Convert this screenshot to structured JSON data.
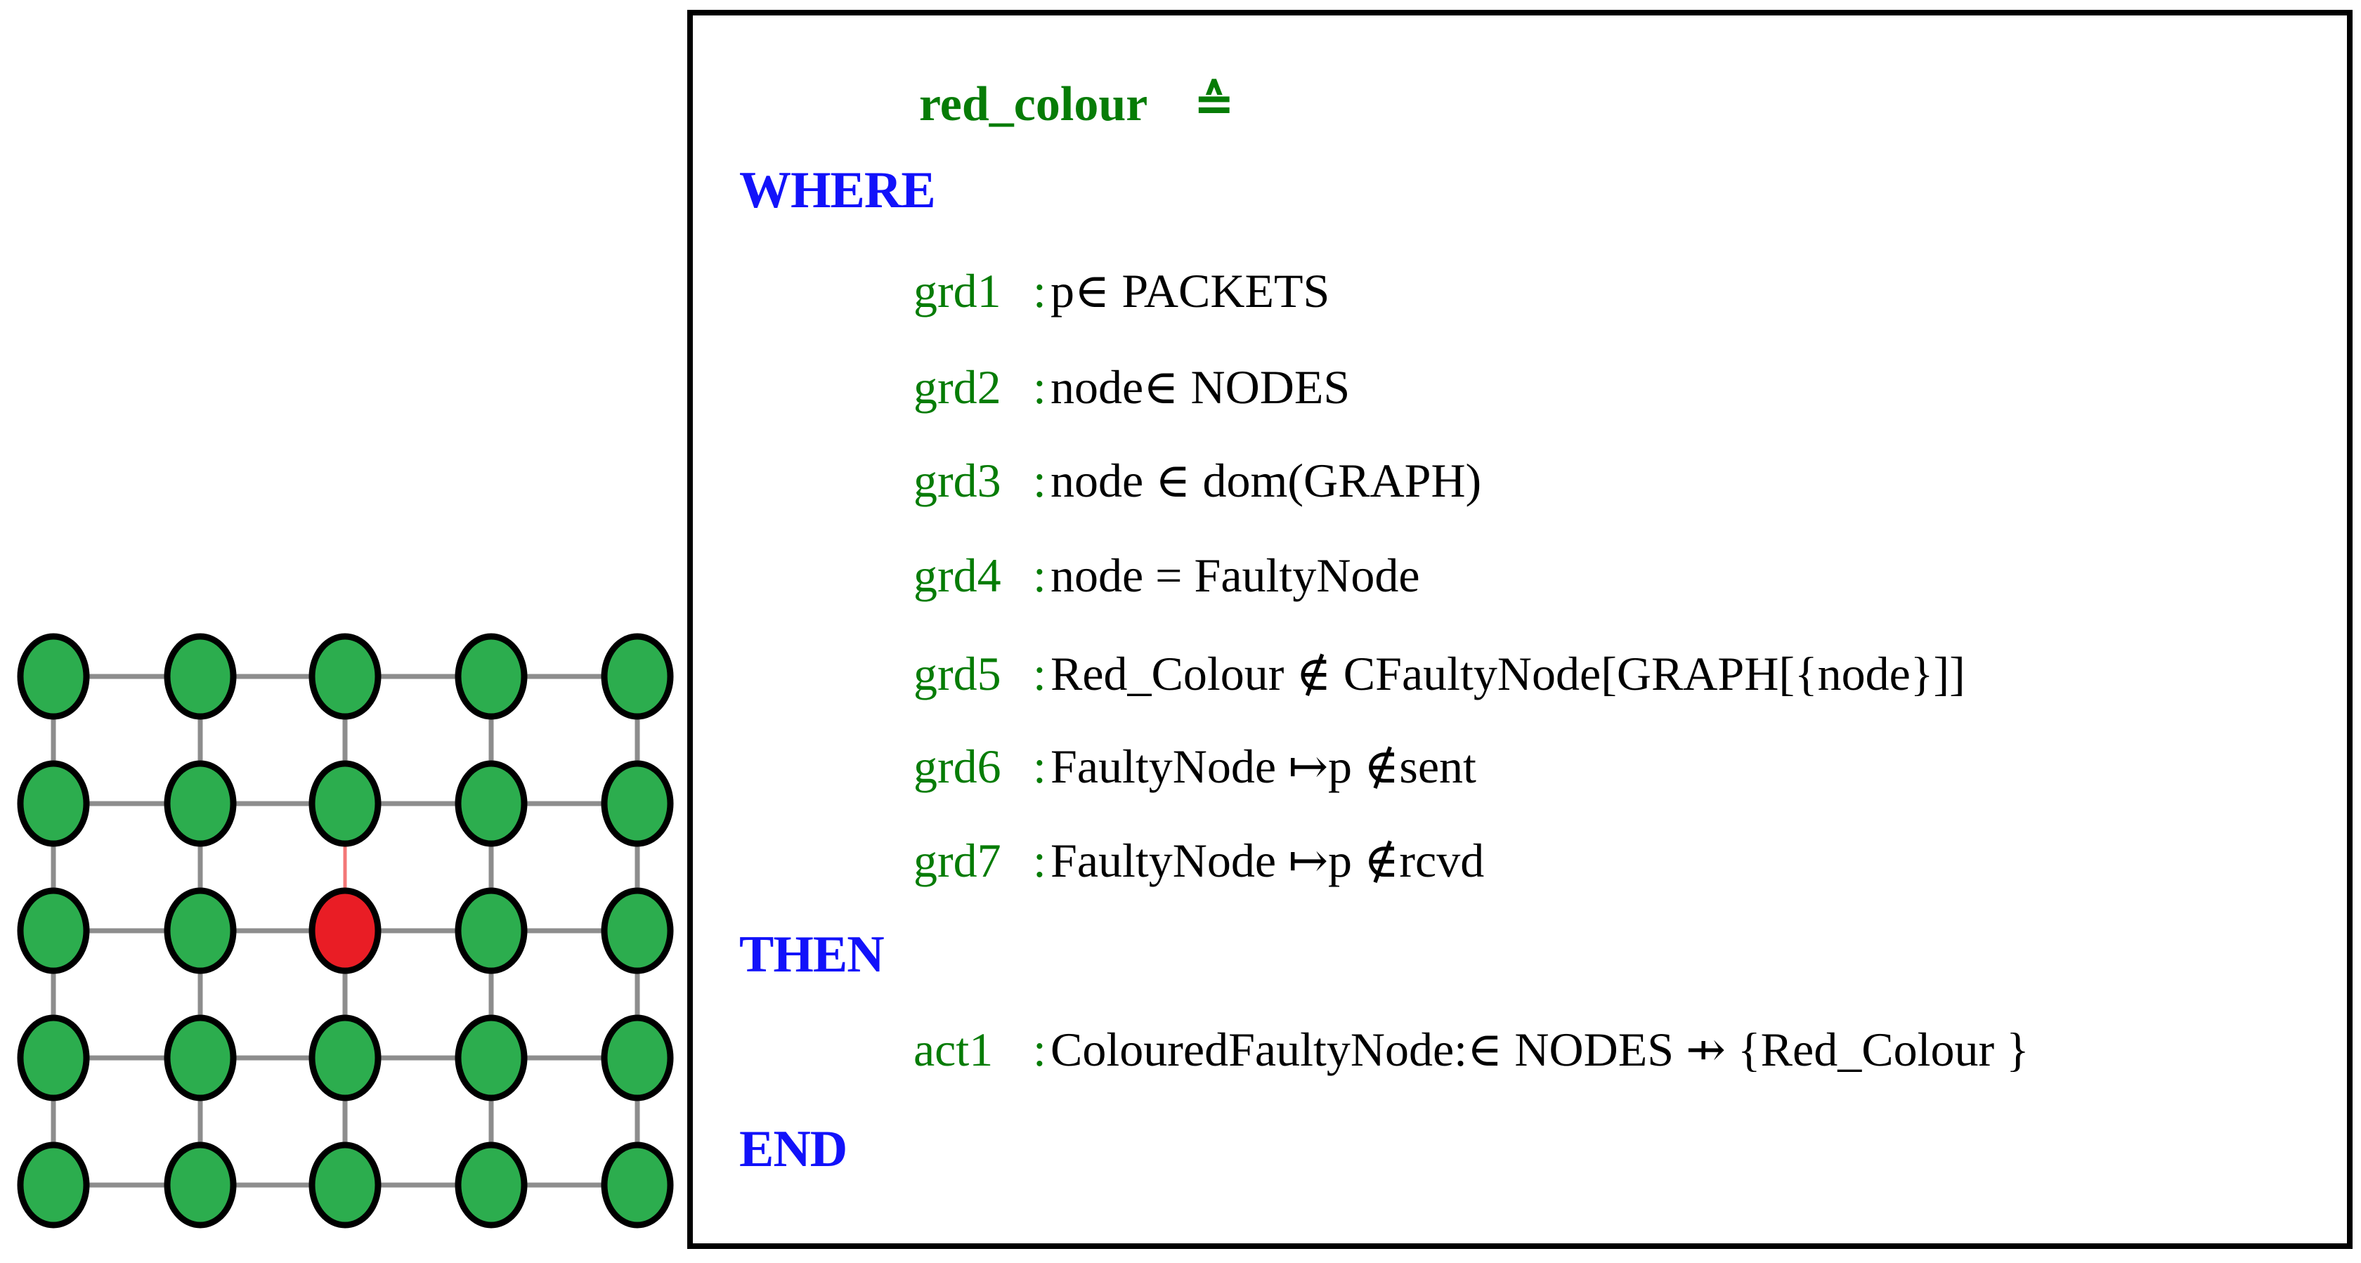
{
  "graph": {
    "rows": 5,
    "cols": 5,
    "node_fill": "#2cad4e",
    "node_stroke": "#000000",
    "faulty_fill": "#e91d25",
    "faulty_row": 2,
    "faulty_col": 2,
    "edge_color": "#8d8d8d",
    "faulty_edge_color": "#f37878",
    "faulty_edge": {
      "from_row": 1,
      "from_col": 2,
      "to_row": 2,
      "to_col": 2
    }
  },
  "spec": {
    "title": {
      "name": "red_colour",
      "symbol": "≙"
    },
    "where_label": "WHERE",
    "then_label": "THEN",
    "end_label": "END",
    "guards": [
      {
        "label": "grd1",
        "separator": ":",
        "predicate": "p∈ PACKETS"
      },
      {
        "label": "grd2",
        "separator": ":",
        "predicate": "node∈ NODES"
      },
      {
        "label": "grd3",
        "separator": ":",
        "predicate": "node ∈ dom(GRAPH)"
      },
      {
        "label": "grd4",
        "separator": ":",
        "predicate": "node = FaultyNode"
      },
      {
        "label": "grd5",
        "separator": ":",
        "predicate": "Red_Colour ∉ CFaultyNode[GRAPH[{node}]]"
      },
      {
        "label": "grd6",
        "separator": ":",
        "predicate": "FaultyNode ↦p ∉sent"
      },
      {
        "label": "grd7",
        "separator": ":",
        "predicate": "FaultyNode ↦p ∉rcvd"
      }
    ],
    "actions": [
      {
        "label": "act1",
        "separator": ":",
        "predicate": "ColouredFaultyNode:∈ NODES ⇸ {Red_Colour }"
      }
    ],
    "colors": {
      "keyword_blue": "#1212fa",
      "label_green": "#067c06",
      "predicate_black": "#000000"
    }
  }
}
